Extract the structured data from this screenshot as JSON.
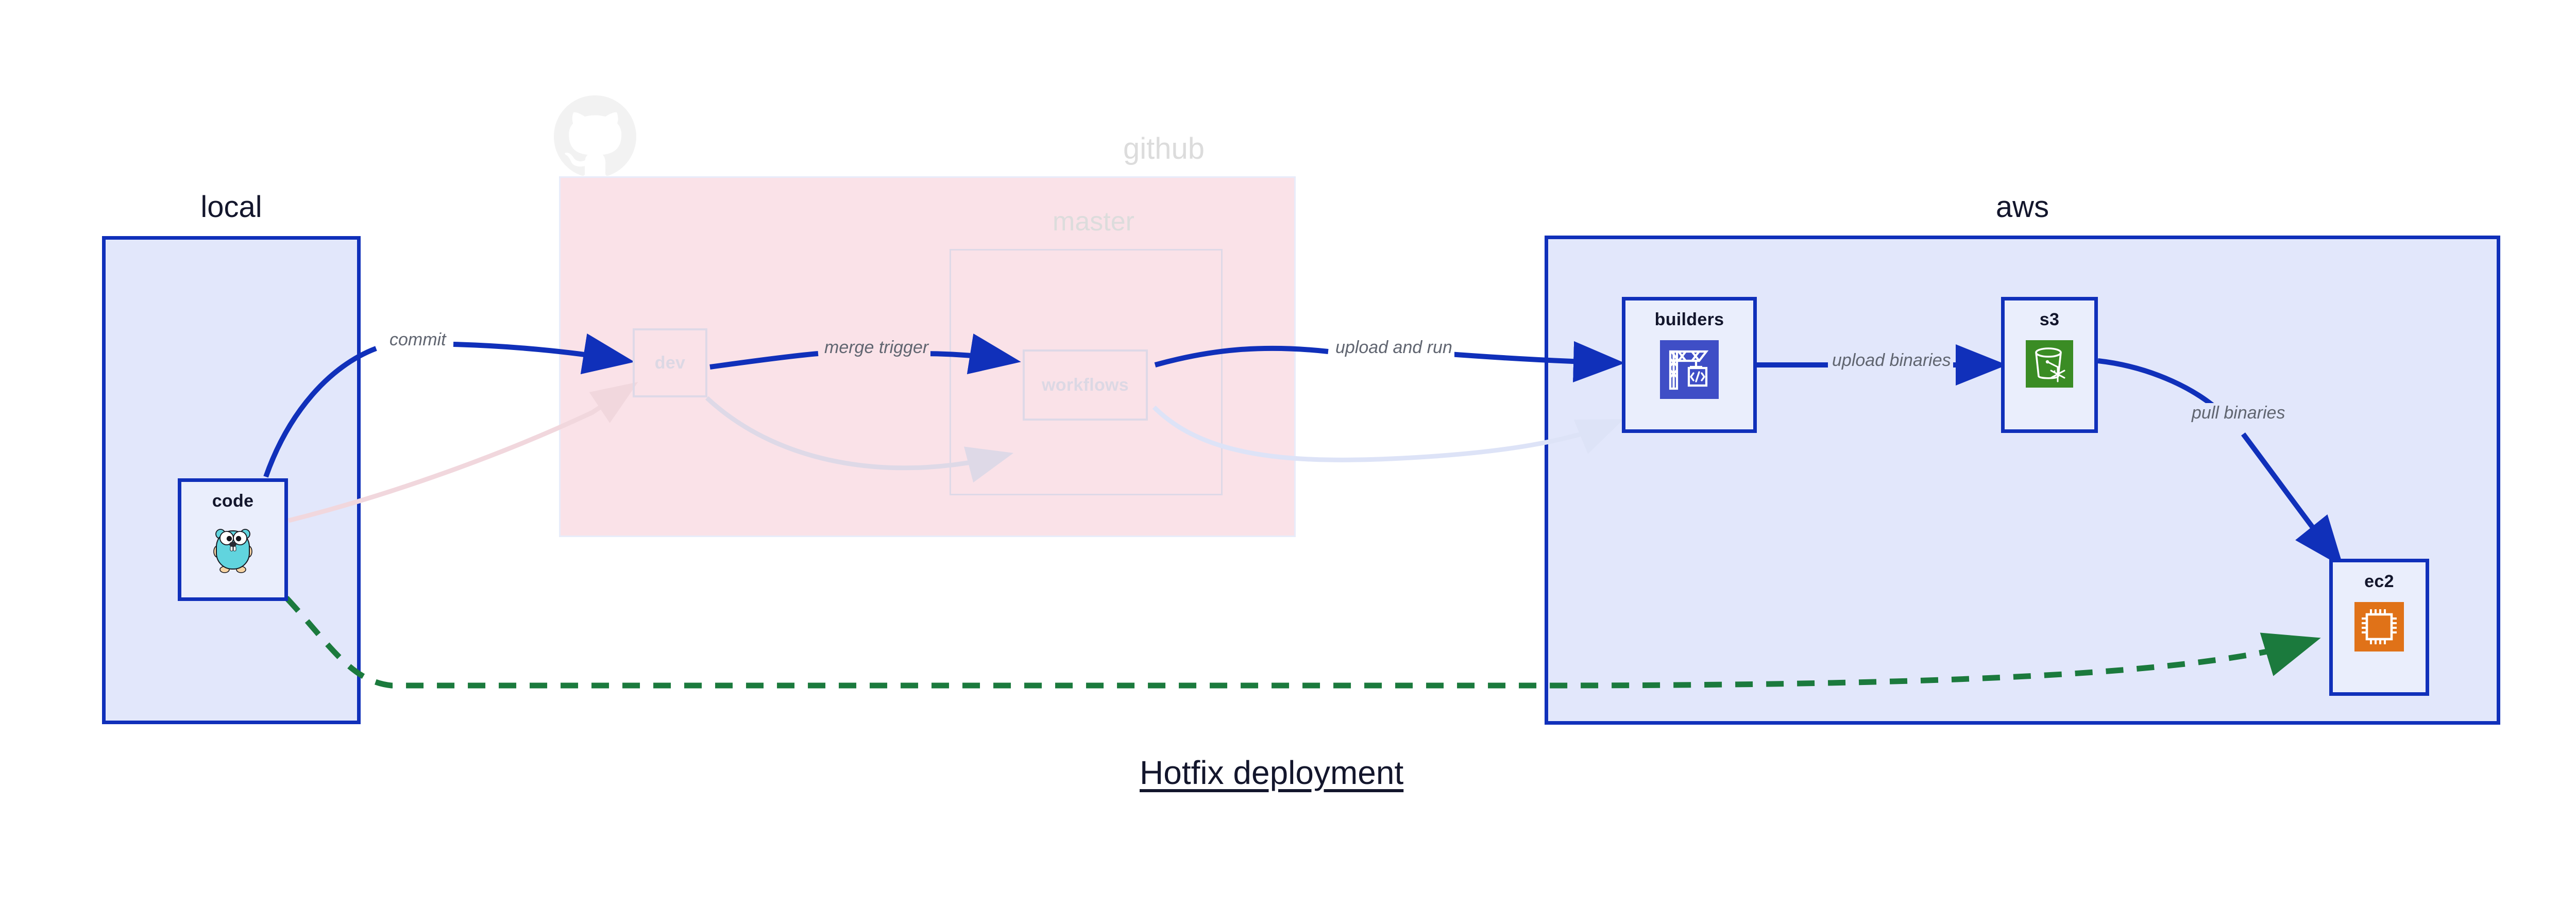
{
  "diagram": {
    "title": "Hotfix deployment",
    "colors": {
      "container_blue_fill": "#e2e7fb",
      "container_blue_border": "#1030ba",
      "container_pink_fill": "#fae2e8",
      "node_fill": "#eaeefc",
      "edge_blue": "#1030ba",
      "edge_green": "#1b7a3d",
      "edge_label_gray": "#606570",
      "faded_gray": "#dcdcdc",
      "builders_icon_bg": "#3f4ec6",
      "s3_icon_bg": "#3a8c24",
      "ec2_icon_bg": "#e07218",
      "gopher_body": "#61d4de"
    }
  },
  "groups": [
    {
      "id": "local",
      "label": "local",
      "style": "blue",
      "faded": false
    },
    {
      "id": "github",
      "label": "github",
      "style": "pink",
      "faded": true
    },
    {
      "id": "master",
      "label": "master",
      "style": "inner",
      "faded": true
    },
    {
      "id": "aws",
      "label": "aws",
      "style": "blue",
      "faded": false
    }
  ],
  "nodes": [
    {
      "id": "code",
      "label": "code",
      "group": "local",
      "icon": "go-gopher-icon",
      "faded": false
    },
    {
      "id": "dev",
      "label": "dev",
      "group": "github",
      "icon": "none",
      "faded": true
    },
    {
      "id": "workflows",
      "label": "workflows",
      "group": "master",
      "icon": "none",
      "faded": true
    },
    {
      "id": "builders",
      "label": "builders",
      "group": "aws",
      "icon": "aws-codebuild-icon",
      "faded": false
    },
    {
      "id": "s3",
      "label": "s3",
      "group": "aws",
      "icon": "aws-s3-bucket-icon",
      "faded": false
    },
    {
      "id": "ec2",
      "label": "ec2",
      "group": "aws",
      "icon": "aws-ec2-chip-icon",
      "faded": false
    }
  ],
  "edges": [
    {
      "id": "e1",
      "from": "code",
      "to": "dev",
      "label": "commit",
      "style": "solid",
      "color": "#1030ba"
    },
    {
      "id": "e2",
      "from": "dev",
      "to": "workflows",
      "label": "merge trigger",
      "style": "solid",
      "color": "#1030ba"
    },
    {
      "id": "e3",
      "from": "workflows",
      "to": "builders",
      "label": "upload and run",
      "style": "solid",
      "color": "#1030ba"
    },
    {
      "id": "e4",
      "from": "builders",
      "to": "s3",
      "label": "upload binaries",
      "style": "solid",
      "color": "#1030ba"
    },
    {
      "id": "e5",
      "from": "s3",
      "to": "ec2",
      "label": "pull binaries",
      "style": "solid",
      "color": "#1030ba"
    },
    {
      "id": "e6",
      "from": "code",
      "to": "ec2",
      "label": "",
      "style": "dashed",
      "color": "#1b7a3d"
    },
    {
      "id": "e7",
      "from": "code",
      "to": "dev",
      "label": "",
      "style": "faded",
      "color": "#f1d7dd"
    },
    {
      "id": "e8",
      "from": "dev",
      "to": "workflows",
      "label": "",
      "style": "faded",
      "color": "#ded9e7"
    },
    {
      "id": "e9",
      "from": "workflows",
      "to": "builders",
      "label": "",
      "style": "faded",
      "color": "#dde3f7"
    }
  ]
}
